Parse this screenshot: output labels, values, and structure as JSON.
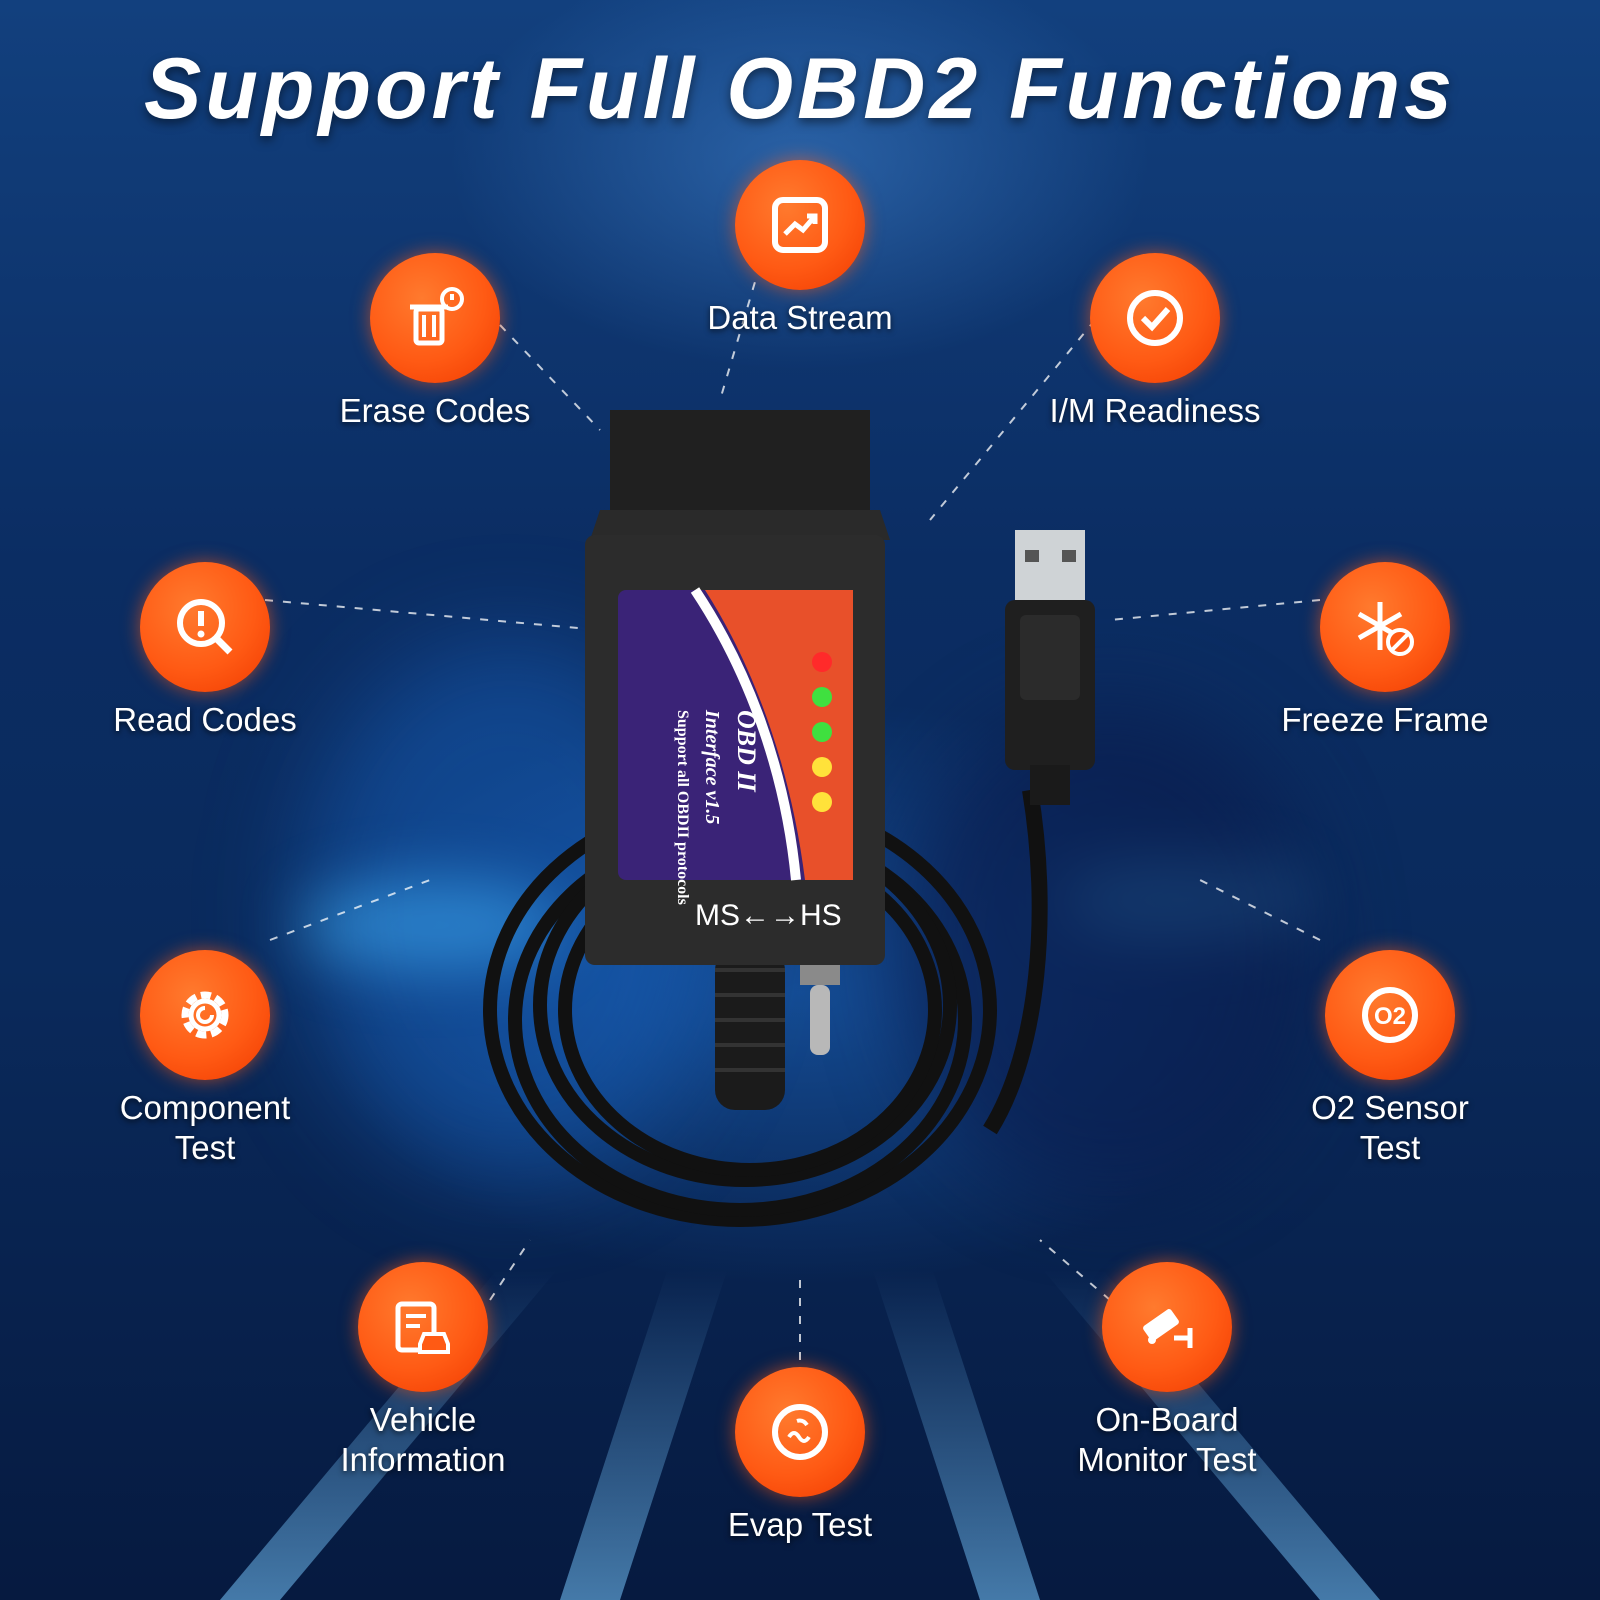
{
  "title": "Support Full OBD2 Functions",
  "features": [
    {
      "id": "data-stream",
      "label": "Data Stream",
      "icon": "trend-chart-icon"
    },
    {
      "id": "erase-codes",
      "label": "Erase Codes",
      "icon": "trash-alert-icon"
    },
    {
      "id": "im-readiness",
      "label": "I/M Readiness",
      "icon": "checkmark-circle-icon"
    },
    {
      "id": "read-codes",
      "label": "Read Codes",
      "icon": "magnifier-alert-icon"
    },
    {
      "id": "freeze-frame",
      "label": "Freeze Frame",
      "icon": "snowflake-icon"
    },
    {
      "id": "component-test",
      "label": "Component\nTest",
      "icon": "gear-icon"
    },
    {
      "id": "o2-sensor-test",
      "label": "O2 Sensor\nTest",
      "icon": "o2-sensor-icon"
    },
    {
      "id": "vehicle-information",
      "label": "Vehicle\nInformation",
      "icon": "vehicle-document-icon"
    },
    {
      "id": "evap-test",
      "label": "Evap Test",
      "icon": "evap-icon"
    },
    {
      "id": "on-board-monitor-test",
      "label": "On-Board\nMonitor Test",
      "icon": "camera-monitor-icon"
    }
  ],
  "device": {
    "brand": "OBD II",
    "model": "Interface v1.5",
    "tagline": "Support all OBDII protocols",
    "switch_label": "MS←→HS",
    "led_colors": [
      "#ff2a2a",
      "#3fe03f",
      "#3fe03f",
      "#ffe23a",
      "#ffe23a"
    ],
    "label_purple": "#3a2377",
    "label_orange": "#e8502a"
  },
  "colors": {
    "accent": "#ff5a14",
    "background": "#0b2d63"
  }
}
